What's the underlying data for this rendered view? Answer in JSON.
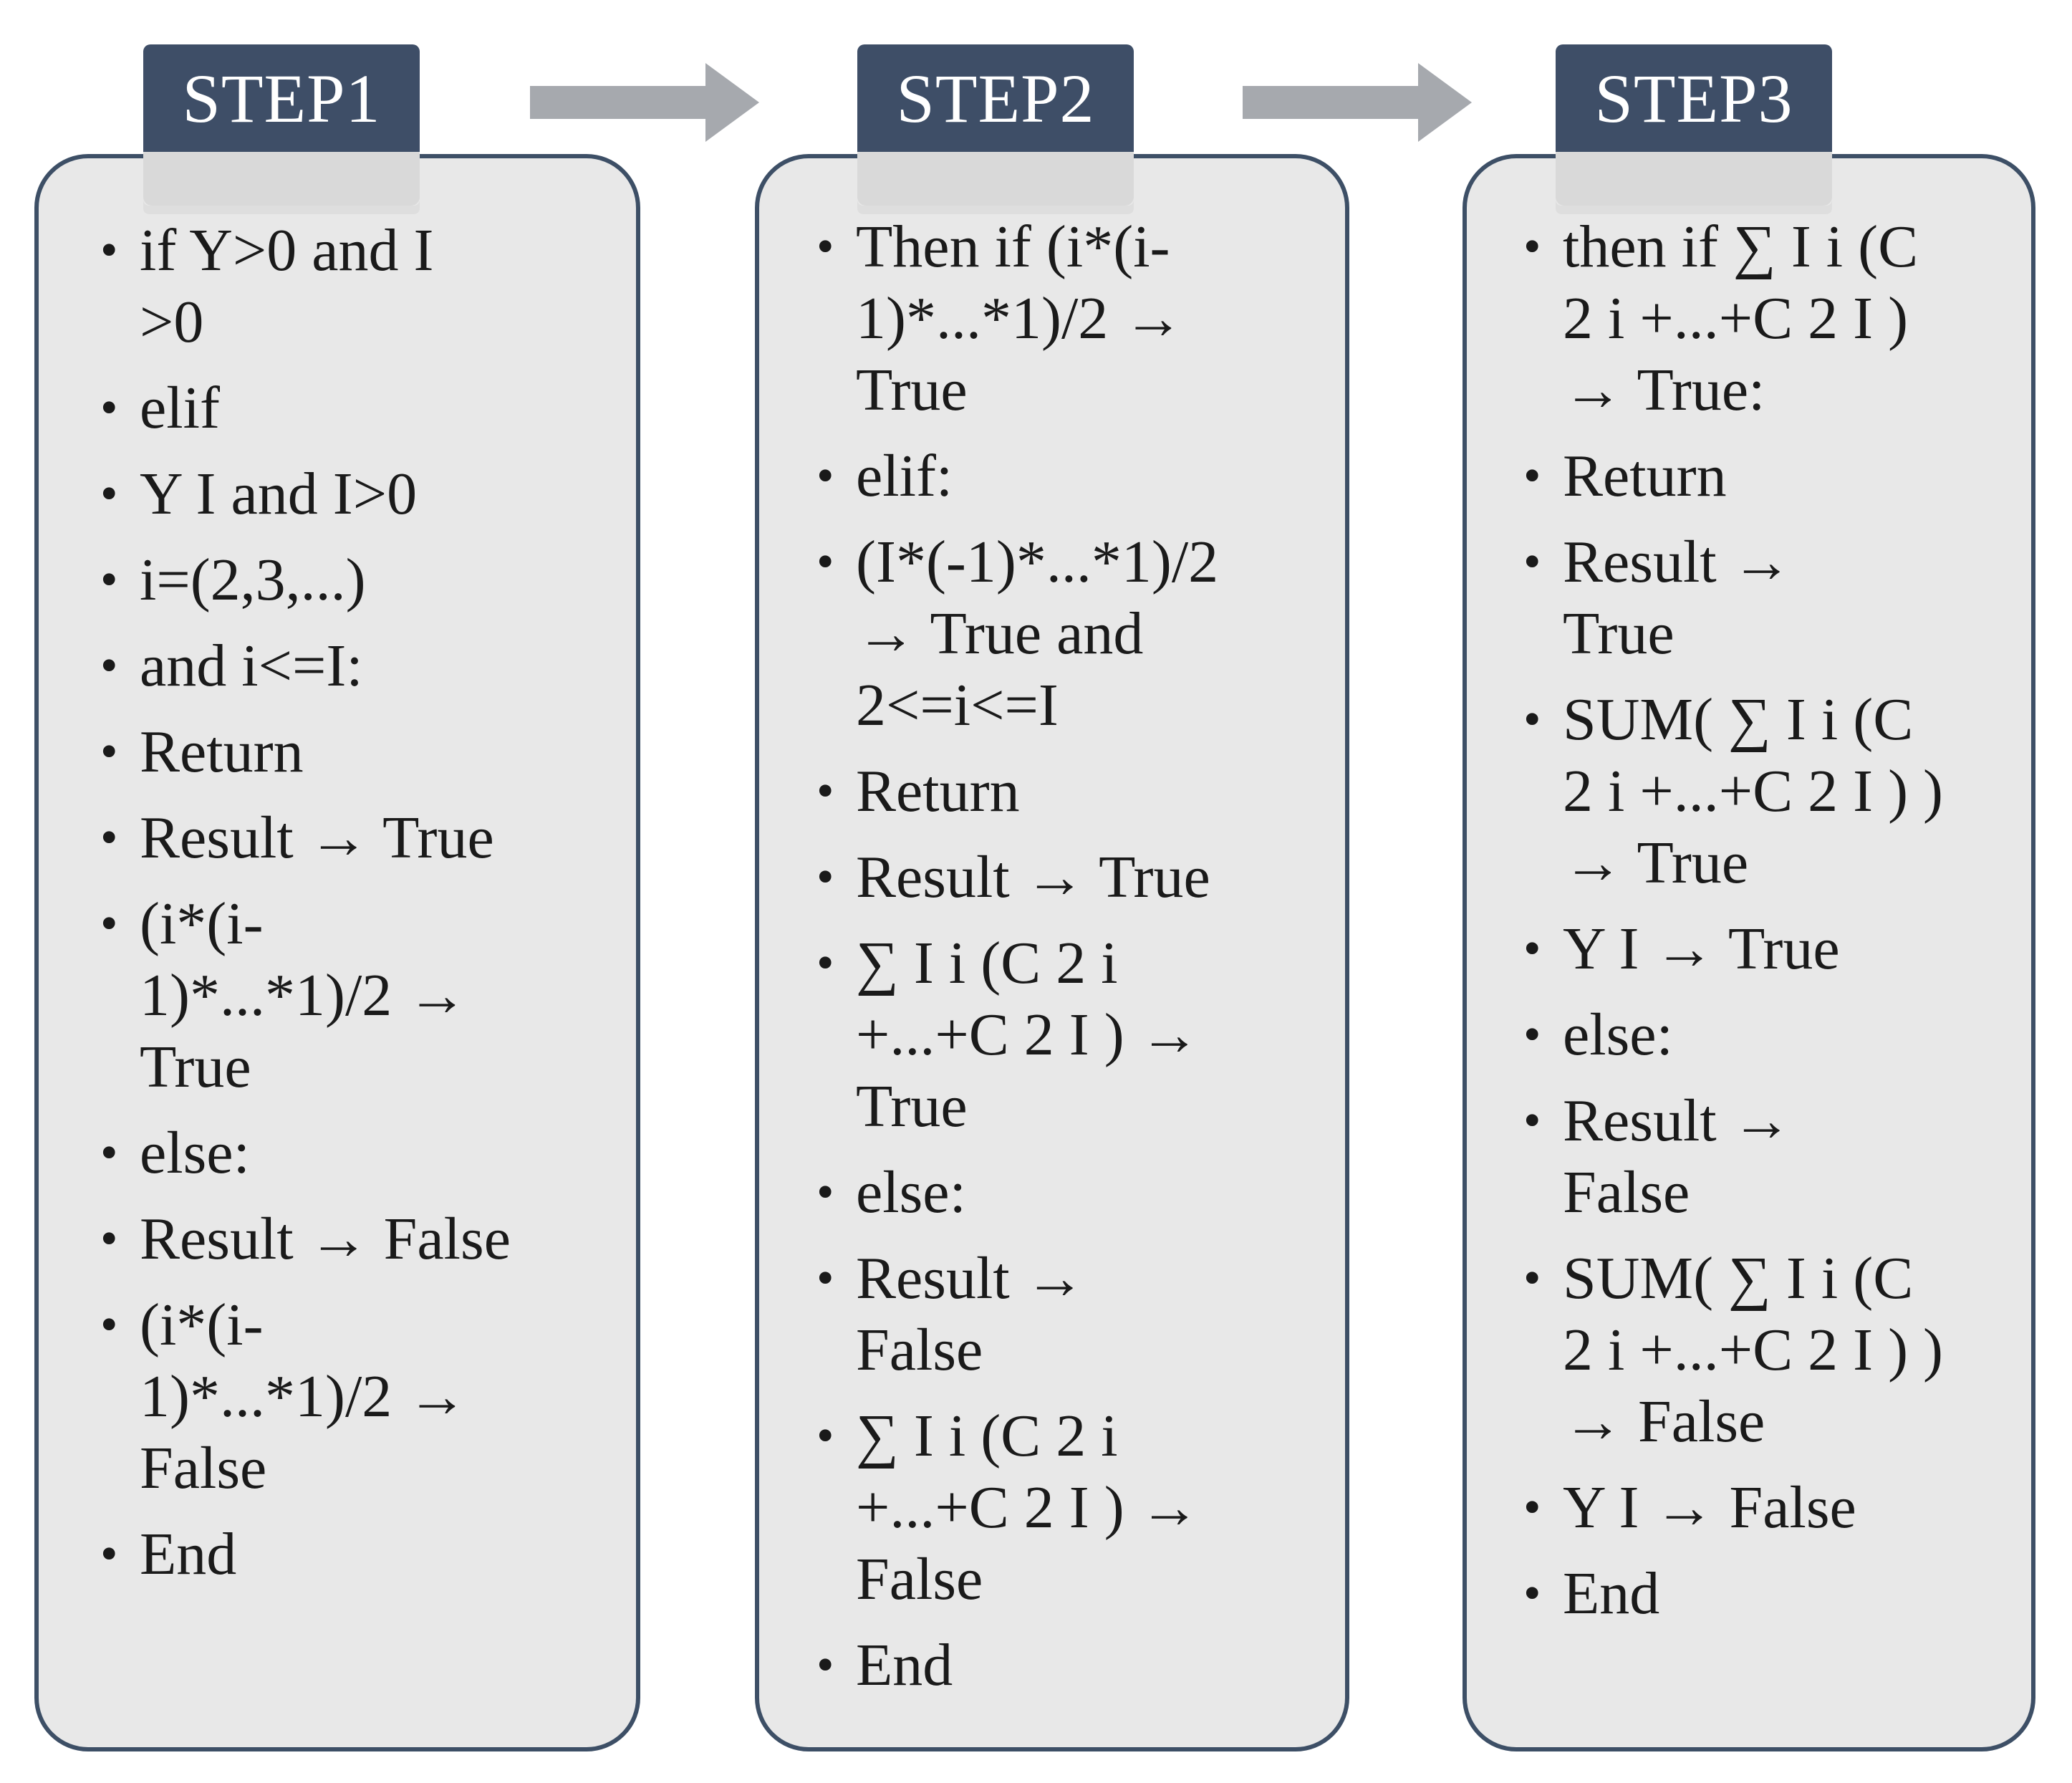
{
  "steps": [
    {
      "title": "STEP1",
      "items": [
        "if Y>0 and I\n>0",
        "elif",
        "Y I and I>0",
        "i=(2,3,...)",
        "and i<=I:",
        "Return",
        "Result → True",
        "(i*(i-\n1)*...*1)/2 →\nTrue",
        "else:",
        "Result → False",
        "(i*(i-\n1)*...*1)/2 →\nFalse",
        "End"
      ]
    },
    {
      "title": "STEP2",
      "items": [
        "Then if (i*(i-\n1)*...*1)/2 →\nTrue",
        "elif:",
        "(I*(-1)*...*1)/2\n→ True and\n2<=i<=I",
        "Return",
        "Result → True",
        "∑ I i (C 2 i\n+...+C 2 I ) →\nTrue",
        "else:",
        "Result →\nFalse",
        "∑ I i (C 2 i\n+...+C 2 I ) →\nFalse",
        "End"
      ]
    },
    {
      "title": "STEP3",
      "items": [
        "then if ∑ I i (C\n2 i +...+C 2 I )\n→ True:",
        "Return",
        "Result →\nTrue",
        "SUM( ∑ I i (C\n2 i +...+C 2 I ) )\n→ True",
        "Y I → True",
        "else:",
        "Result →\nFalse",
        "SUM( ∑ I i (C\n2 i +...+C 2 I ) )\n→ False",
        "Y I → False",
        "End"
      ]
    }
  ],
  "colors": {
    "header": "#3e4e67",
    "panel_fill": "#e8e8e8",
    "panel_border": "#3d4f66",
    "arrow": "#a6a9ae"
  }
}
